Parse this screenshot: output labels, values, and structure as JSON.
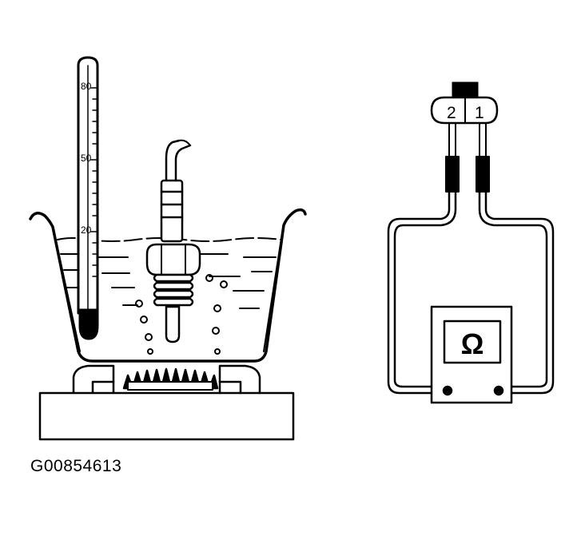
{
  "figure_id": "G00854613",
  "thermometer": {
    "scale_labels": [
      "80",
      "50",
      "20"
    ]
  },
  "connector": {
    "pins": [
      "2",
      "1"
    ]
  },
  "ohmmeter": {
    "symbol": "Ω"
  }
}
